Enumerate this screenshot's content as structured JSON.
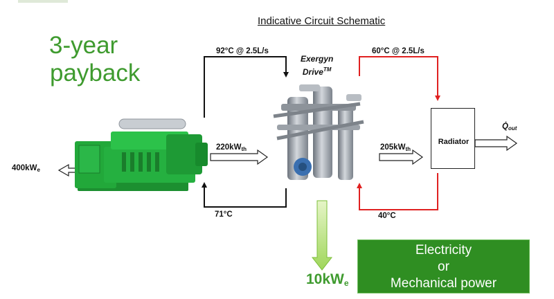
{
  "title": "Indicative Circuit Schematic",
  "headline": [
    "3-year",
    "payback"
  ],
  "device": {
    "name": "Exergyn",
    "sub_prefix": "Drive",
    "sub_tm": "TM"
  },
  "labels": {
    "hot_in": "92°C @ 2.5L/s",
    "cold_return": "71°C",
    "radiator_in": "60°C  @  2.5L/s",
    "radiator_return": "40°C",
    "heat_in": {
      "main": "220kW",
      "sub": "th"
    },
    "heat_rejected": {
      "main": "205kW",
      "sub": "th"
    },
    "engine_output": {
      "main": "400kW",
      "sub": "e"
    },
    "heat_out": "Q̇",
    "heat_out_sub": "out",
    "power_output": {
      "main": "10kW",
      "sub": "e"
    }
  },
  "radiator_label": "Radiator",
  "output_box_lines": [
    "Electricity",
    "or",
    "Mechanical power"
  ],
  "colors": {
    "headline": "#3f9b2f",
    "hot_loop": "#111111",
    "radiator_loop": "#e02020",
    "output_box": "#2f8e22",
    "power_arrow": "#b7e07a",
    "engine": "#22a83a",
    "device_metal": "#9aa0a8"
  },
  "icons": [
    "generator-set-image",
    "exergyn-drive-image"
  ]
}
